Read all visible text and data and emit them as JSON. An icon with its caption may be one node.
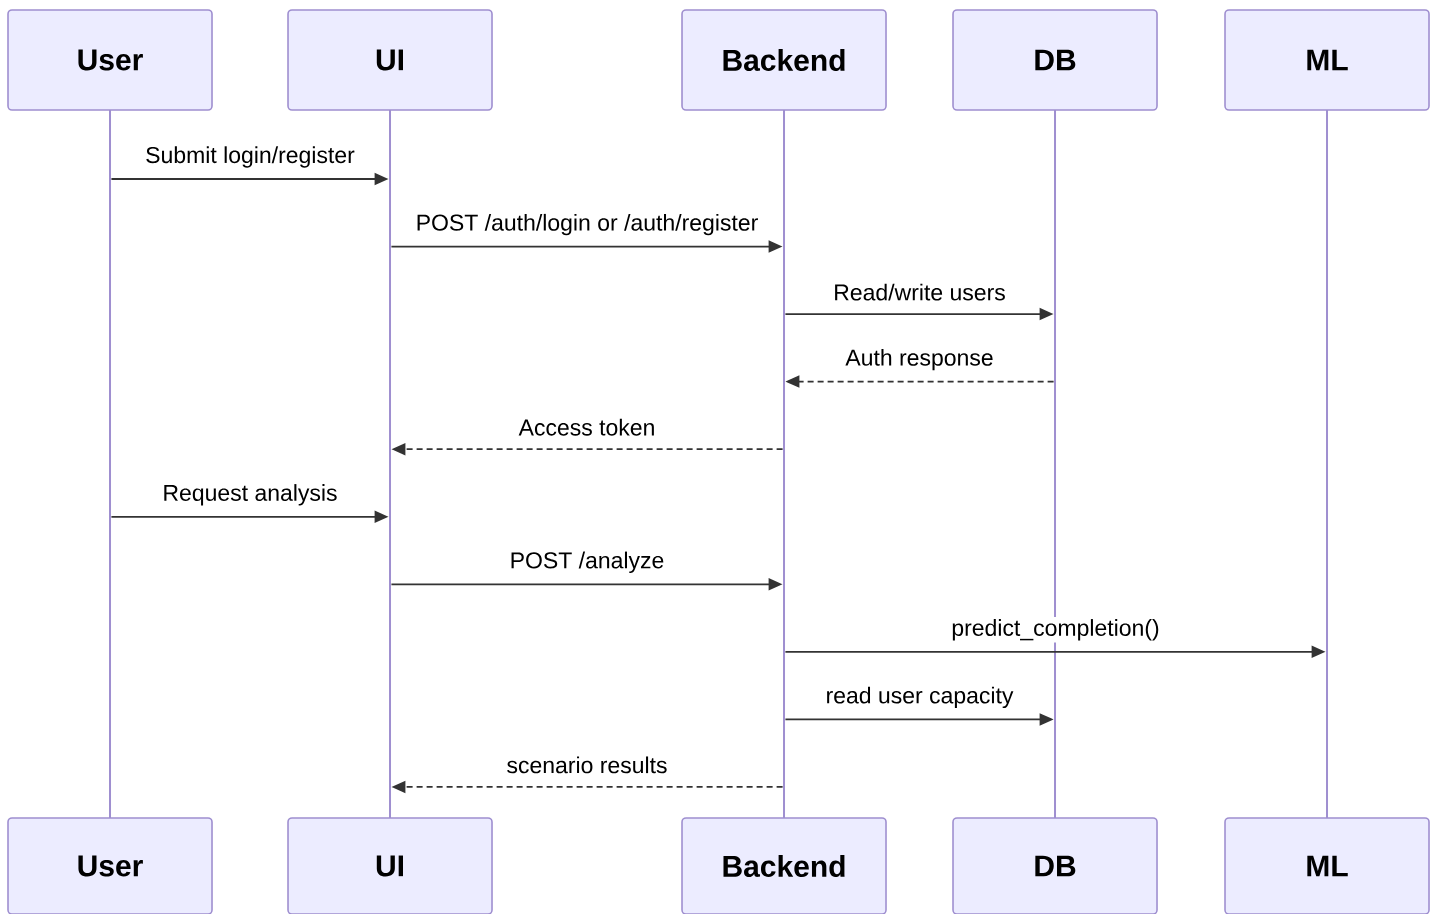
{
  "diagram": {
    "nodes": [
      {
        "text": [
          "User"
        ]
      },
      {
        "text": [
          "UI"
        ]
      },
      {
        "text": [
          "Backend"
        ]
      },
      {
        "text": [
          "DB"
        ]
      },
      {
        "text": [
          "ML"
        ]
      },
      {
        "text": [],
        "shape": "bar"
      },
      {
        "text": [],
        "shape": "bar"
      },
      {
        "text": [],
        "shape": "bar"
      },
      {
        "text": [],
        "shape": "bar"
      },
      {
        "text": [],
        "shape": "bar"
      },
      {
        "text": [
          "User"
        ]
      },
      {
        "text": [
          "UI"
        ]
      },
      {
        "text": [
          "Backend"
        ]
      },
      {
        "text": [
          "DB"
        ]
      },
      {
        "text": [
          "ML"
        ]
      }
    ],
    "edges": [
      {
        "from": 5,
        "to": 6,
        "arrow": "to",
        "label": "Submit login/register"
      },
      {
        "from": 6,
        "to": 7,
        "arrow": "to",
        "label": "POST /auth/login or /auth/register"
      },
      {
        "from": 7,
        "to": 8,
        "arrow": "to",
        "label": "Read/write users"
      },
      {
        "from": 8,
        "to": 7,
        "arrow": "to",
        "label": "Auth response",
        "style": "dashed"
      },
      {
        "from": 7,
        "to": 6,
        "arrow": "to",
        "label": "Access token",
        "style": "dashed"
      },
      {
        "from": 5,
        "to": 6,
        "arrow": "to",
        "label": "Request analysis"
      },
      {
        "from": 6,
        "to": 7,
        "arrow": "to",
        "label": "POST /analyze"
      },
      {
        "from": 7,
        "to": 9,
        "arrow": "to",
        "label": "predict_completion()"
      },
      {
        "from": 7,
        "to": 8,
        "arrow": "to",
        "label": "read user capacity"
      },
      {
        "from": 7,
        "to": 6,
        "arrow": "to",
        "label": "scenario results",
        "style": "dashed"
      }
    ]
  }
}
